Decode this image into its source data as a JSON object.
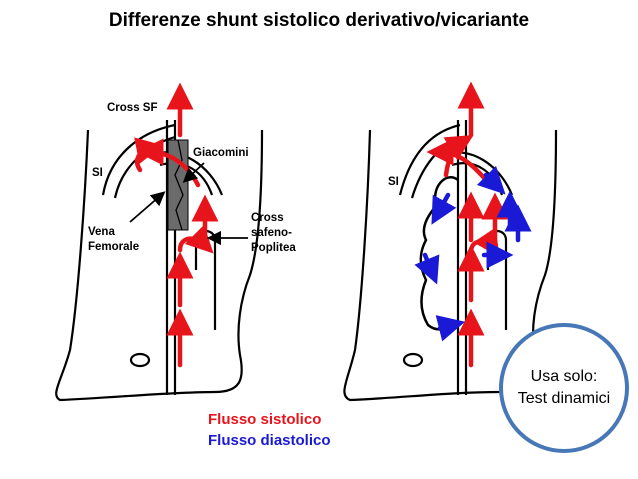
{
  "title": "Differenze shunt sistolico  derivativo/vicariante",
  "left_panel": {
    "labels": {
      "cross_sf": "Cross SF",
      "si": "SI",
      "giacomini": "Giacomini",
      "vena_femorale_1": "Vena",
      "vena_femorale_2": "Femorale",
      "cross_sp_1": "Cross",
      "cross_sp_2": "safeno-",
      "cross_sp_3": "Poplitea"
    }
  },
  "right_panel": {
    "labels": {
      "si": "SI"
    }
  },
  "legend": {
    "systolic": "Flusso sistolico",
    "diastolic": "Flusso diastolico"
  },
  "badge": {
    "line1": "Usa solo:",
    "line2": "Test dinamici"
  },
  "colors": {
    "systolic_arrow": "#e8141c",
    "diastolic_arrow": "#1a1ad6",
    "badge_border": "#4677b6",
    "outline": "#000000"
  }
}
